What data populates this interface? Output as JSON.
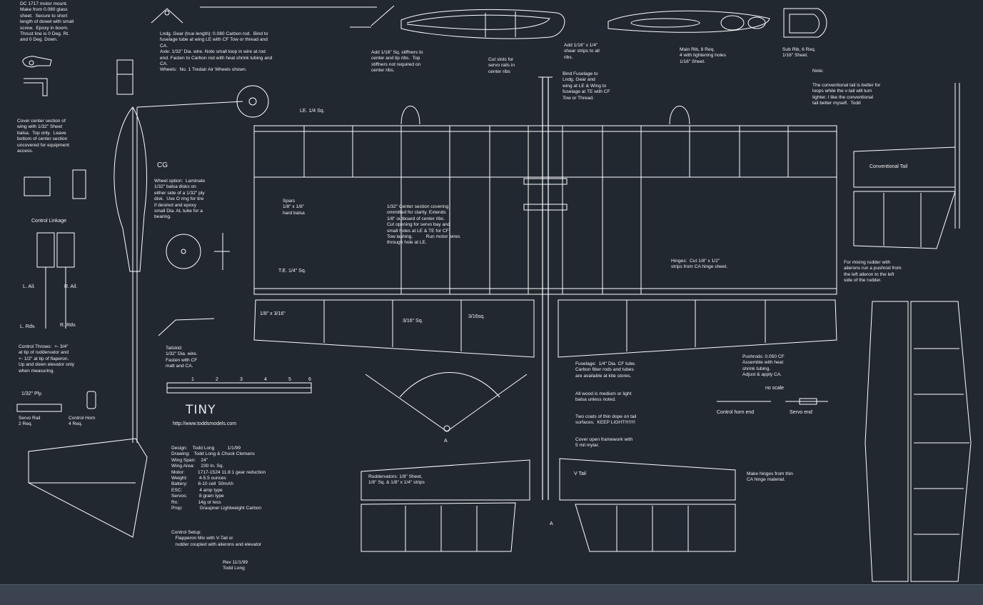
{
  "drawing": {
    "title": "TINY",
    "url": "http://www.toddsmodels.com",
    "motor_note": "DC 1717 motor mount.\nMake from 0.080 glass\nsheet.  Secure to short\nlength of dowel with small\nscrew.  Epoxy in boom.\nThrust line is 0 Deg. Rt.\nand 0 Deg. Down.",
    "gear_note": "Lndg. Gear (true length): 0.080 Carbon rod.  Bind to\nfuselage tube at wing LE with CF Tow or thread and\nCA.\nAxle: 1/32\" Dia. wire. Note small loop in wire at rod\nend. Fasten to Carbon rod with heat shrink tubing and\nCA.\nWheels:  No. 1 Tredair Air Wheels shown.",
    "stiffener_note": "Add 1/16\" Sq. stiffners to\ncenter and tip ribs.  Top\nstiffners not required on\ncenter ribs.",
    "servo_slots_note": "Cut slots for\nservo rails in\ncenter ribs",
    "shear_note": "Add 1/16\" x 1/4\"\nshear strips to all\nribs.",
    "main_ribs_note": "Main Rib, 8 Req.\n4 with lightening holes\n1/16\" Sheet.",
    "sub_rib_note": "Sub Rib, 6 Req.\n1/16\" Sheet.",
    "bind_note": "Bind Fuselage to\nLndg. Gear and\nwing at LE & Wing to\nfuselage at TE with CF\nTow or Thread.",
    "note_header": "Note:",
    "tail_note": "The conventional tail is better for\nloops while the v-tail will turn\ntighter. I like the conventional\ntail better myself.  Todd",
    "cover_note": "Cover center section of\nwing with 1/32\" Sheet\nbalsa.  Top only.  Leave\nbottom of center section\nuncovered for equipment\naccess.",
    "le_label": "LE. 1/4 Sq.",
    "cg_label": "CG",
    "wheel_note": "Wheel option:  Laminate\n1/32\" balsa disks on\neither side of a 1/32\" ply\ndisk.  Use O ring for tire\nif desired and epoxy\nsmall Dia. AL tube for a\nbearing.",
    "spars_note": "Spars\n1/8\" x 1/8\"\nhard balsa",
    "center_note": "1/32\" Center section covering\nommitted for clarity. Extends\n1/8\" outboard of center ribs.\nCut opening for servo bay and\nsmall holes at LE & TE for CF\nTow lashing.          Run motor wires\nthrough hole at LE.",
    "hinges_note": "Hinges:  Cut 1/8\" x 1/2\"\nstrips from CA hinge sheet.",
    "conv_tail_label": "Conventional Tail",
    "mixing_note": "For mixing rudder with\nailerons run a pushrod from\nthe left aileron to the left\nside of the rudder.",
    "control_linkage": "Control Linkage",
    "l_ail": "L. Ail.",
    "r_ail": "R. Ail.",
    "l_rdv": "L. Rdv.",
    "r_rdv": "R. Rdv.",
    "te_label": "T.E. 1/4\" Sq.",
    "dim1": "1/8\" x 3/16\"",
    "dim2": "3/16\" Sq.",
    "dim3": "3/16sq.",
    "throws_note": "Control Throws:  +- 3/4\"\nat tip of ruddervator and\n+- 1/2\" at tip of flaperon.\nUp and down elevator only\nwhen measuring.",
    "ply_label": "1/32\" Ply.",
    "servo_rail": "Servo Rail\n2 Req.",
    "control_horn": "Control Horn\n4 Req.",
    "tailskid_note": "Tailskid:\n1/32\" Dia. wire.\nFasten with CF\nmatt and CA.",
    "scale_ticks": [
      "1",
      "2",
      "3",
      "4",
      "5",
      "6"
    ],
    "fuselage_note": "Fuselage:  1/4\" Dia. CF tube.\nCarbon fiber rods and tubes\nare available at kite stores.",
    "wood_note": "All wood is medium or light\nbalsa unless noted.",
    "dope_note": "Two coats of thin dope on tail\nsurfaces.  KEEP LIGHT!!!!!!!!",
    "mylar_note": "Cover open framework with\n5 mil mylar.",
    "pushrods_note": "Pushrods: 0.050 CF\nAssemble with heat\nshrink tubing.\nAdjust & apply CA.",
    "no_scale": "no scale",
    "control_horn_end": "Control horn end",
    "servo_end": "Servo end",
    "section_a": "A",
    "specs": "Design:    Todd Long          1/1/99\nDrawing:   Todd Long & Chuck Clemans\nWing Span:    24\"\nWing Area:     230 In. Sq.\nMotor:          1717-1524 11.8:1 gear reduction\nWeight:         4-5.5 ounces\nBattery:        8-10 cell  50mAh\nESC:             4 amp type\nServos:         8 gram type\nRx:               14g or less\nProp:             Graupner Lightweight Carbon",
    "control_setup": "Control Setup:\n   Flapperon Mix with V-Tail or\n   rudder coupled with ailerons and elevator",
    "rev_note": "Rev 11/1/99\nTodd Long",
    "ruddervators_note": "Ruddervators: 1/8\" Sheet,\n1/8\" Sq. & 1/8\" x 1/4\" strips",
    "vtail_label": "V Tail",
    "hinge_material_note": "Make hinges from thin\nCA hinge material."
  },
  "colors": {
    "background": "#212830",
    "line": "#ffffff",
    "statusbar": "#3b4350"
  }
}
